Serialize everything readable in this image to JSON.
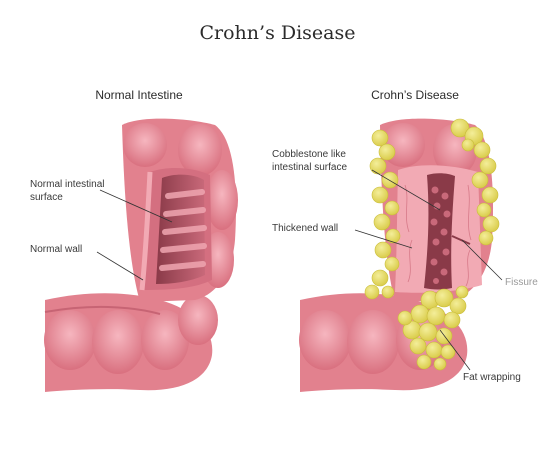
{
  "title": "Crohn’s Disease",
  "panels": {
    "normal": {
      "title": "Normal Intestine",
      "labels": {
        "surface_line1": "Normal intestinal",
        "surface_line2": "surface",
        "wall": "Normal wall"
      }
    },
    "crohns": {
      "title": "Crohn’s Disease",
      "labels": {
        "cobble_line1": "Cobblestone like",
        "cobble_line2": "intestinal surface",
        "thickened": "Thickened wall",
        "fissure": "Fissure",
        "fat": "Fat wrapping"
      }
    }
  },
  "colors": {
    "intestine_outer": "#e2818e",
    "intestine_light": "#f2aab4",
    "intestine_dark": "#9b4553",
    "lumen": "#7a3342",
    "fat": "#eadf6a",
    "fat_edge": "#c9bd3a"
  }
}
